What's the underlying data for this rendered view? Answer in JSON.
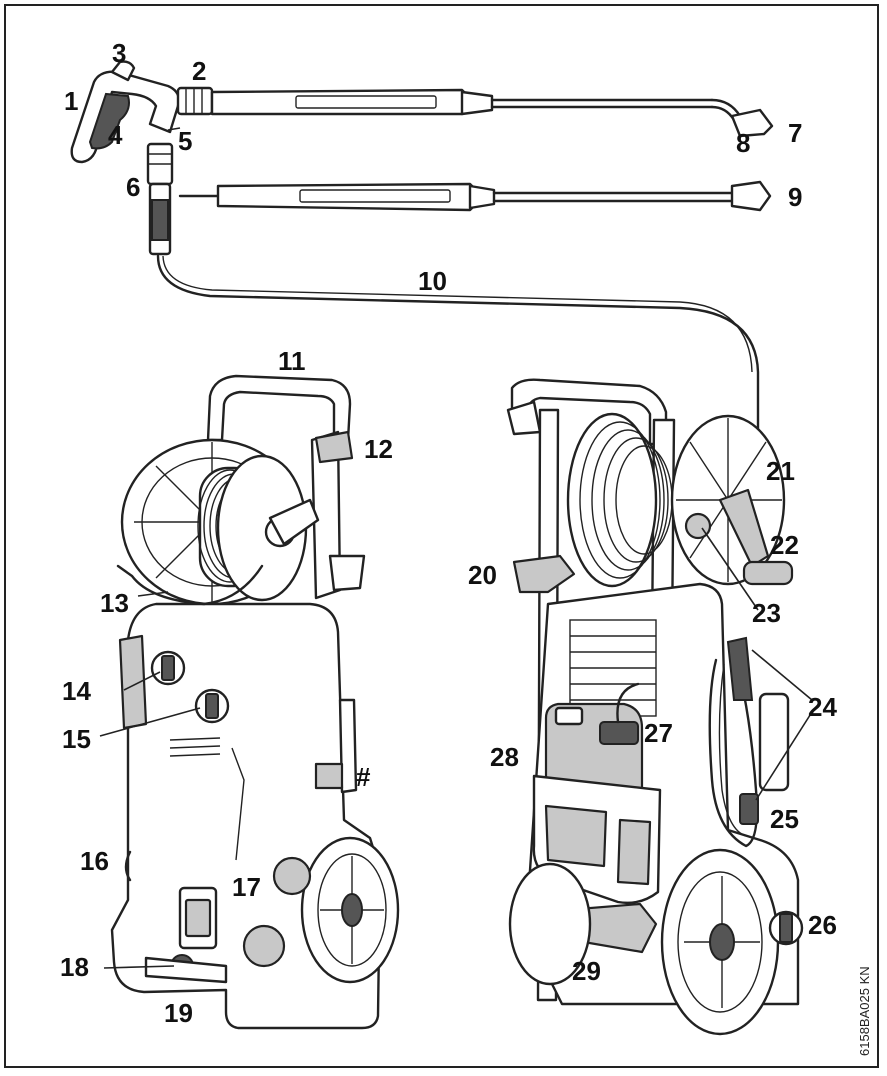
{
  "diagram": {
    "labels": {
      "l1": "1",
      "l2": "2",
      "l3": "3",
      "l4": "4",
      "l5": "5",
      "l6": "6",
      "l7": "7",
      "l8": "8",
      "l9": "9",
      "l10": "10",
      "l11": "11",
      "l12": "12",
      "l13": "13",
      "l14": "14",
      "l15": "15",
      "l16": "16",
      "l17": "17",
      "l18": "18",
      "l19": "19",
      "l20": "20",
      "l21": "21",
      "l22": "22",
      "l23": "23",
      "l24": "24",
      "l25": "25",
      "l26": "26",
      "l27": "27",
      "l28": "28",
      "l29": "29",
      "hash": "#"
    },
    "figure_code": "6158BA025 KN"
  }
}
